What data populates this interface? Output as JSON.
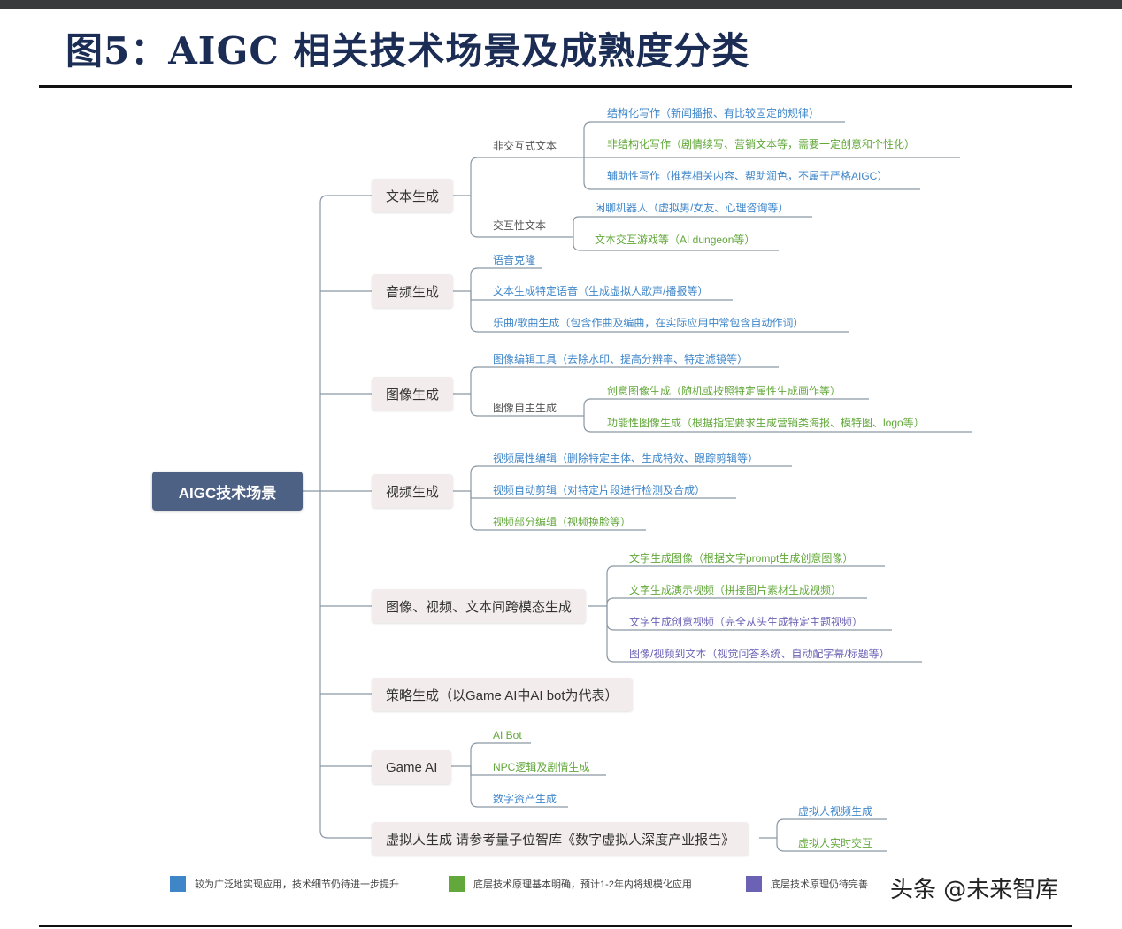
{
  "title": "图5：AIGC 相关技术场景及成熟度分类",
  "colors": {
    "blue": "#3f86c9",
    "green": "#62a83a",
    "purple": "#6b62b5"
  },
  "root": {
    "label": "AIGC技术场景"
  },
  "categories": [
    {
      "label": "文本生成",
      "subgroups": [
        {
          "label": "非交互式文本",
          "leaves": [
            {
              "text": "结构化写作（新闻播报、有比较固定的规律）",
              "maturity": "blue"
            },
            {
              "text": "非结构化写作（剧情续写、营销文本等，需要一定创意和个性化）",
              "maturity": "green"
            },
            {
              "text": "辅助性写作（推荐相关内容、帮助润色，不属于严格AIGC）",
              "maturity": "blue"
            }
          ]
        },
        {
          "label": "交互性文本",
          "leaves": [
            {
              "text": "闲聊机器人（虚拟男/女友、心理咨询等）",
              "maturity": "blue"
            },
            {
              "text": "文本交互游戏等（AI dungeon等）",
              "maturity": "green"
            }
          ]
        }
      ]
    },
    {
      "label": "音频生成",
      "leaves": [
        {
          "text": "语音克隆",
          "maturity": "blue"
        },
        {
          "text": "文本生成特定语音（生成虚拟人歌声/播报等）",
          "maturity": "blue"
        },
        {
          "text": "乐曲/歌曲生成（包含作曲及编曲，在实际应用中常包含自动作词）",
          "maturity": "blue"
        }
      ]
    },
    {
      "label": "图像生成",
      "leaves": [
        {
          "text": "图像编辑工具（去除水印、提高分辨率、特定滤镜等）",
          "maturity": "blue"
        }
      ],
      "subgroups": [
        {
          "label": "图像自主生成",
          "leaves": [
            {
              "text": "创意图像生成（随机或按照特定属性生成画作等）",
              "maturity": "green"
            },
            {
              "text": "功能性图像生成（根据指定要求生成营销类海报、模特图、logo等）",
              "maturity": "green"
            }
          ]
        }
      ]
    },
    {
      "label": "视频生成",
      "leaves": [
        {
          "text": "视频属性编辑（删除特定主体、生成特效、跟踪剪辑等）",
          "maturity": "blue"
        },
        {
          "text": "视频自动剪辑（对特定片段进行检测及合成）",
          "maturity": "blue"
        },
        {
          "text": "视频部分编辑（视频换脸等）",
          "maturity": "green"
        }
      ]
    },
    {
      "label": "图像、视频、文本间跨模态生成",
      "leaves": [
        {
          "text": "文字生成图像（根据文字prompt生成创意图像）",
          "maturity": "green"
        },
        {
          "text": "文字生成演示视频（拼接图片素材生成视频）",
          "maturity": "green"
        },
        {
          "text": "文字生成创意视频（完全从头生成特定主题视频）",
          "maturity": "purple"
        },
        {
          "text": "图像/视频到文本（视觉问答系统、自动配字幕/标题等）",
          "maturity": "purple"
        }
      ]
    },
    {
      "label": "策略生成（以Game AI中AI bot为代表）",
      "leaves": []
    },
    {
      "label": "Game AI",
      "leaves": [
        {
          "text": "AI Bot",
          "maturity": "green"
        },
        {
          "text": "NPC逻辑及剧情生成",
          "maturity": "green"
        },
        {
          "text": "数字资产生成",
          "maturity": "blue"
        }
      ]
    },
    {
      "label": "虚拟人生成 请参考量子位智库《数字虚拟人深度产业报告》",
      "leaves": [
        {
          "text": "虚拟人视频生成",
          "maturity": "blue"
        },
        {
          "text": "虚拟人实时交互",
          "maturity": "green"
        }
      ]
    }
  ],
  "legend": [
    {
      "color": "blue",
      "text": "较为广泛地实现应用，技术细节仍待进一步提升"
    },
    {
      "color": "green",
      "text": "底层技术原理基本明确，预计1-2年内将规模化应用"
    },
    {
      "color": "purple",
      "text": "底层技术原理仍待完善"
    }
  ],
  "watermark": "头条 @未来智库"
}
